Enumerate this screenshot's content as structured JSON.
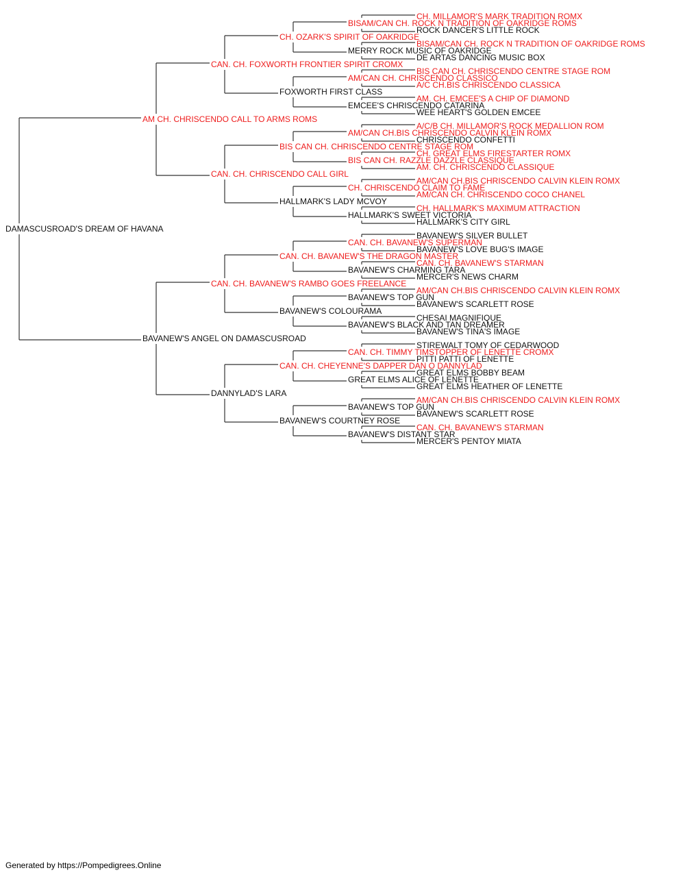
{
  "colors": {
    "titled": "#ee1c1c",
    "plain": "#111111",
    "line": "#333333"
  },
  "pedigree": {
    "name": "DAMASCUSROAD'S DREAM OF HAVANA",
    "titled": false,
    "sire": {
      "name": "AM CH. CHRISCENDO CALL TO ARMS ROMS",
      "titled": true,
      "sire": {
        "name": "CAN. CH. FOXWORTH FRONTIER SPIRIT CROMX",
        "titled": true,
        "sire": {
          "name": "CH. OZARK'S SPIRIT OF OAKRIDGE",
          "titled": true,
          "sire": {
            "name": "BISAM/CAN CH. ROCK N TRADITION OF OAKRIDGE ROMS",
            "titled": true,
            "sire": {
              "name": "CH. MILLAMOR'S MARK TRADITION ROMX",
              "titled": true
            },
            "dam": {
              "name": "ROCK DANCER'S LITTLE ROCK",
              "titled": false
            }
          },
          "dam": {
            "name": "MERRY ROCK MUSIC OF OAKRIDGE",
            "titled": false,
            "sire": {
              "name": "BISAM/CAN CH. ROCK N TRADITION OF OAKRIDGE ROMS",
              "titled": true
            },
            "dam": {
              "name": "DE ARTAS DANCING MUSIC BOX",
              "titled": false
            }
          }
        },
        "dam": {
          "name": "FOXWORTH FIRST CLASS",
          "titled": false,
          "sire": {
            "name": "AM/CAN CH. CHRISCENDO CLASSICO",
            "titled": true,
            "sire": {
              "name": "BIS CAN CH. CHRISCENDO CENTRE STAGE ROM",
              "titled": true
            },
            "dam": {
              "name": "A/C CH.BIS CHRISCENDO CLASSICA",
              "titled": true
            }
          },
          "dam": {
            "name": "EMCEE'S CHRISCENDO CATARINA",
            "titled": false,
            "sire": {
              "name": "AM. CH. EMCEE'S A CHIP OF DIAMOND",
              "titled": true
            },
            "dam": {
              "name": "WEE HEART'S GOLDEN EMCEE",
              "titled": false
            }
          }
        }
      },
      "dam": {
        "name": "CAN. CH. CHRISCENDO CALL GIRL",
        "titled": true,
        "sire": {
          "name": "BIS CAN CH. CHRISCENDO CENTRE STAGE ROM",
          "titled": true,
          "sire": {
            "name": "AM/CAN CH.BIS CHRISCENDO CALVIN KLEIN ROMX",
            "titled": true,
            "sire": {
              "name": "A/C/B CH. MILLAMOR'S ROCK MEDALLION ROM",
              "titled": true
            },
            "dam": {
              "name": "CHRISCENDO CONFETTI",
              "titled": false
            }
          },
          "dam": {
            "name": "BIS CAN CH. RAZZLE DAZZLE CLASSIQUE",
            "titled": true,
            "sire": {
              "name": "CH. GREAT ELMS FIRESTARTER ROMX",
              "titled": true
            },
            "dam": {
              "name": "AM. CH. CHRISCENDO CLASSIQUE",
              "titled": true
            }
          }
        },
        "dam": {
          "name": "HALLMARK'S LADY MCVOY",
          "titled": false,
          "sire": {
            "name": "CH. CHRISCENDO CLAIM TO FAME",
            "titled": true,
            "sire": {
              "name": "AM/CAN CH.BIS CHRISCENDO CALVIN KLEIN ROMX",
              "titled": true
            },
            "dam": {
              "name": "AM/CAN CH. CHRISCENDO COCO CHANEL",
              "titled": true
            }
          },
          "dam": {
            "name": "HALLMARK'S SWEET VICTORIA",
            "titled": false,
            "sire": {
              "name": "CH. HALLMARK'S MAXIMUM ATTRACTION",
              "titled": true
            },
            "dam": {
              "name": "HALLMARK'S CITY GIRL",
              "titled": false
            }
          }
        }
      }
    },
    "dam": {
      "name": "BAVANEW'S ANGEL ON DAMASCUSROAD",
      "titled": false,
      "sire": {
        "name": "CAN. CH. BAVANEW'S RAMBO GOES FREELANCE",
        "titled": true,
        "sire": {
          "name": "CAN. CH. BAVANEW'S THE DRAGON MASTER",
          "titled": true,
          "sire": {
            "name": "CAN. CH. BAVANEW'S SUPERMAN",
            "titled": true,
            "sire": {
              "name": "BAVANEW'S SILVER BULLET",
              "titled": false
            },
            "dam": {
              "name": "BAVANEW'S LOVE BUG'S IMAGE",
              "titled": false
            }
          },
          "dam": {
            "name": "BAVANEW'S CHARMING TARA",
            "titled": false,
            "sire": {
              "name": "CAN. CH. BAVANEW'S STARMAN",
              "titled": true
            },
            "dam": {
              "name": "MERCER'S NEWS CHARM",
              "titled": false
            }
          }
        },
        "dam": {
          "name": "BAVANEW'S COLOURAMA",
          "titled": false,
          "sire": {
            "name": "BAVANEW'S TOP GUN",
            "titled": false,
            "sire": {
              "name": "AM/CAN CH.BIS CHRISCENDO CALVIN KLEIN ROMX",
              "titled": true
            },
            "dam": {
              "name": "BAVANEW'S SCARLETT ROSE",
              "titled": false
            }
          },
          "dam": {
            "name": "BAVANEW'S BLACK AND TAN DREAMER",
            "titled": false,
            "sire": {
              "name": "CHESAI MAGNIFIQUE",
              "titled": false
            },
            "dam": {
              "name": "BAVANEW'S TINA'S IMAGE",
              "titled": false
            }
          }
        }
      },
      "dam": {
        "name": "DANNYLAD'S LARA",
        "titled": false,
        "sire": {
          "name": "CAN. CH. CHEYENNE'S DAPPER DAN O DANNYLAD",
          "titled": true,
          "sire": {
            "name": "CAN. CH. TIMMY TIMSTOPPER OF LENETTE CROMX",
            "titled": true,
            "sire": {
              "name": "STIREWALT TOMY OF CEDARWOOD",
              "titled": false
            },
            "dam": {
              "name": "PITTI PATTI OF LENETTE",
              "titled": false
            }
          },
          "dam": {
            "name": "GREAT ELMS ALICE OF LENETTE",
            "titled": false,
            "sire": {
              "name": "GREAT ELMS BOBBY BEAM",
              "titled": false
            },
            "dam": {
              "name": "GREAT ELMS HEATHER OF LENETTE",
              "titled": false
            }
          }
        },
        "dam": {
          "name": "BAVANEW'S COURTNEY ROSE",
          "titled": false,
          "sire": {
            "name": "BAVANEW'S TOP GUN",
            "titled": false,
            "sire": {
              "name": "AM/CAN CH.BIS CHRISCENDO CALVIN KLEIN ROMX",
              "titled": true
            },
            "dam": {
              "name": "BAVANEW'S SCARLETT ROSE",
              "titled": false
            }
          },
          "dam": {
            "name": "BAVANEW'S DISTANT STAR",
            "titled": false,
            "sire": {
              "name": "CAN. CH. BAVANEW'S STARMAN",
              "titled": true
            },
            "dam": {
              "name": "MERCER'S PENTOY MIATA",
              "titled": false
            }
          }
        }
      }
    }
  },
  "footer": "Generated by https://Pompedigrees.Online"
}
